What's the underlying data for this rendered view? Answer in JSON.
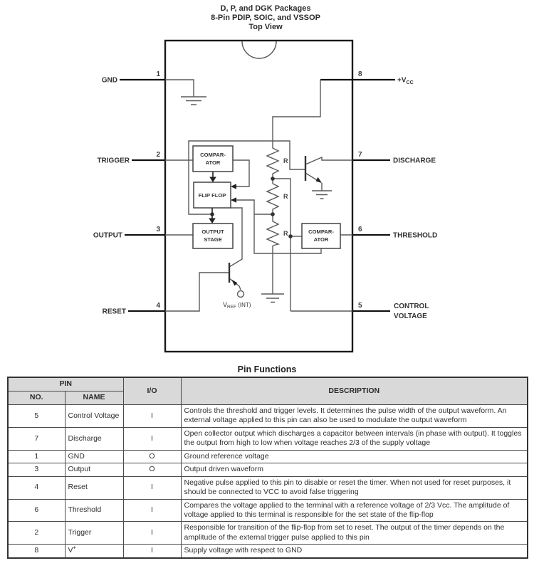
{
  "diagram": {
    "title_lines": [
      "D, P, and DGK Packages",
      "8-Pin PDIP, SOIC, and VSSOP",
      "Top View"
    ],
    "pins": {
      "left": [
        {
          "num": "1",
          "label": "GND"
        },
        {
          "num": "2",
          "label": "TRIGGER"
        },
        {
          "num": "3",
          "label": "OUTPUT"
        },
        {
          "num": "4",
          "label": "RESET"
        }
      ],
      "right": [
        {
          "num": "8",
          "label_main": "+V",
          "label_sub": "CC"
        },
        {
          "num": "7",
          "label": "DISCHARGE"
        },
        {
          "num": "6",
          "label": "THRESHOLD"
        },
        {
          "num": "5",
          "label_lines": [
            "CONTROL",
            "VOLTAGE"
          ]
        }
      ]
    },
    "blocks": {
      "comparator1": [
        "COMPAR-",
        "ATOR"
      ],
      "flip_flop": "FLIP FLOP",
      "output_stage": [
        "OUTPUT",
        "STAGE"
      ],
      "comparator2": [
        "COMPAR-",
        "ATOR"
      ]
    },
    "resistor_label": "R",
    "vref": {
      "main": "V",
      "sub": "REF",
      "rest": " (INT)"
    }
  },
  "table": {
    "caption": "Pin Functions",
    "headers": {
      "pin": "PIN",
      "no": "NO.",
      "name": "NAME",
      "io": "I/O",
      "description": "DESCRIPTION"
    },
    "rows": [
      {
        "no": "5",
        "name": "Control Voltage",
        "io": "I",
        "description": "Controls the threshold and trigger levels. It determines the pulse width of the output waveform. An external voltage applied to this pin can also be used to modulate the output waveform"
      },
      {
        "no": "7",
        "name": "Discharge",
        "io": "I",
        "description": "Open collector output which discharges a capacitor between intervals (in phase with output). It toggles the output from high to low when voltage reaches 2/3 of the supply voltage"
      },
      {
        "no": "1",
        "name": "GND",
        "io": "O",
        "description": "Ground reference voltage"
      },
      {
        "no": "3",
        "name": "Output",
        "io": "O",
        "description": "Output driven waveform"
      },
      {
        "no": "4",
        "name": "Reset",
        "io": "I",
        "description": "Negative pulse applied to this pin to disable or reset the timer. When not used for reset purposes, it should be connected to VCC to avoid false triggering"
      },
      {
        "no": "6",
        "name": "Threshold",
        "io": "I",
        "description": "Compares the voltage applied to the terminal with a reference voltage of 2/3 Vcc. The amplitude of voltage applied to this terminal is responsible for the set state of the flip-flop"
      },
      {
        "no": "2",
        "name": "Trigger",
        "io": "I",
        "description": "Responsible for transition of the flip-flop from set to reset. The output of the timer depends on the amplitude of the external trigger pulse applied to this pin"
      },
      {
        "no": "8",
        "name": "V",
        "name_sup": "+",
        "io": "I",
        "description": "Supply voltage with respect to GND"
      }
    ]
  },
  "colors": {
    "line_dark": "#1a1a1a",
    "line_gray": "#5a5a5a",
    "text": "#333333",
    "header_bg": "#d9d9d9"
  }
}
